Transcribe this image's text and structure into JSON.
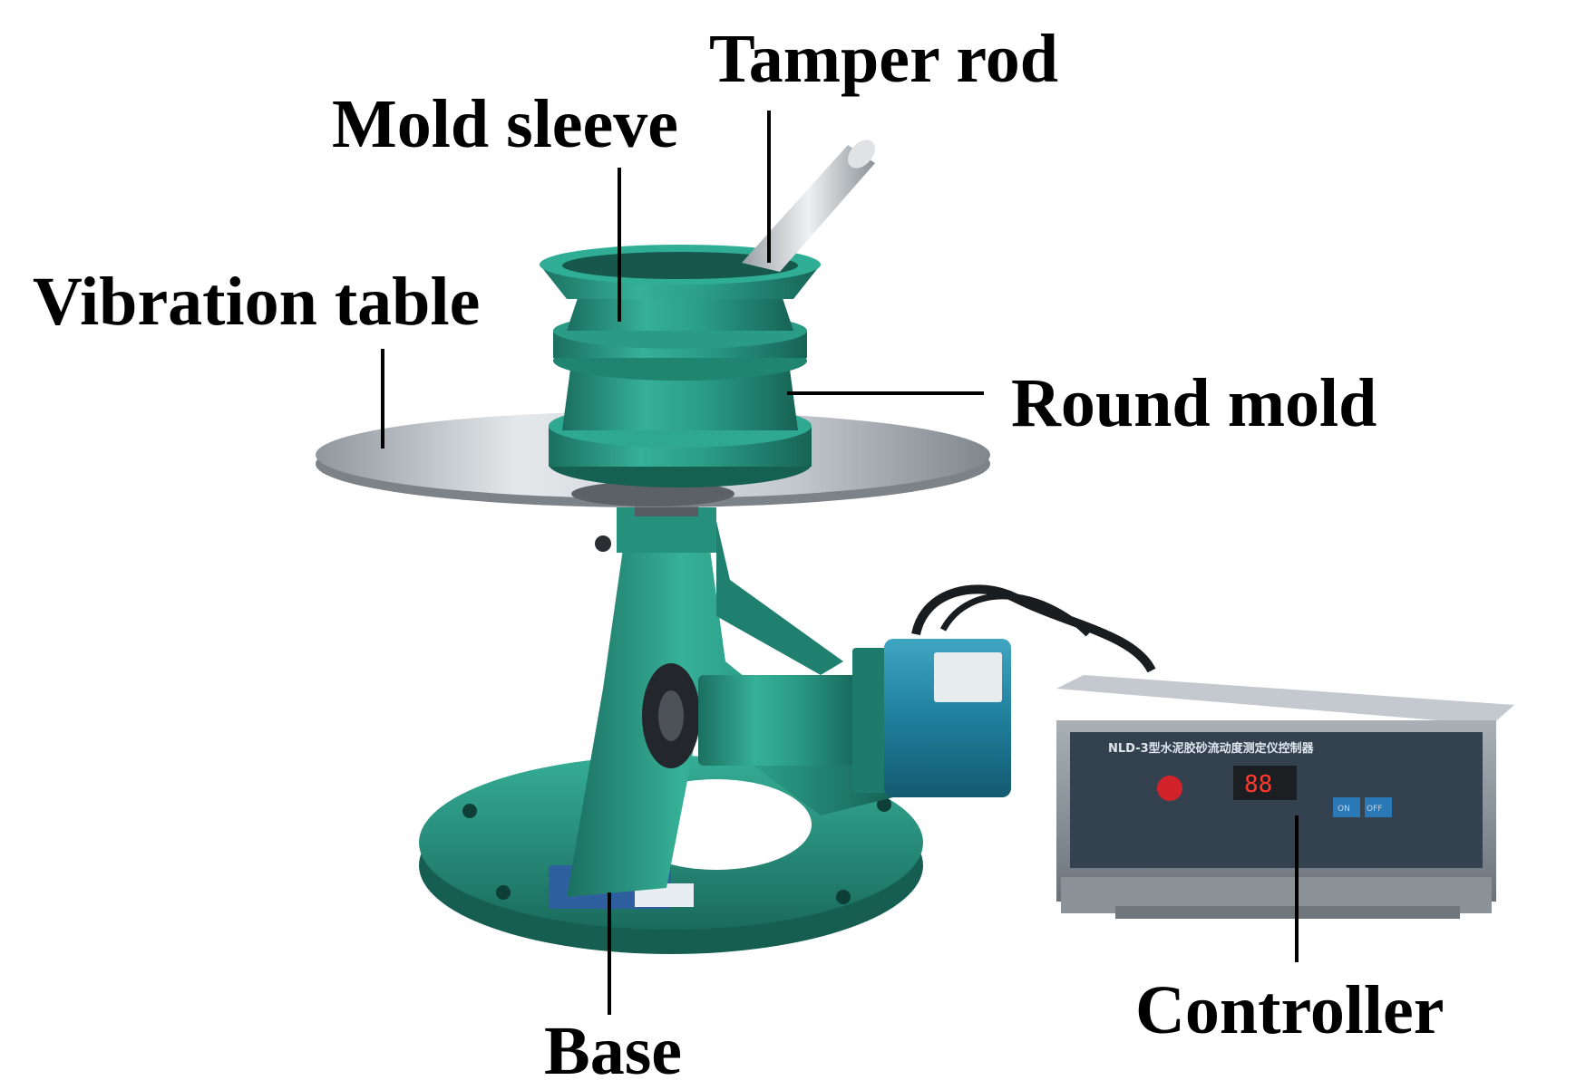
{
  "labels": {
    "tamper_rod": "Tamper rod",
    "mold_sleeve": "Mold sleeve",
    "vibration_table": "Vibration table",
    "round_mold": "Round mold",
    "controller": "Controller",
    "base": "Base"
  },
  "controller_panel": {
    "title": "NLD-3型水泥胶砂流动度测定仪控制器",
    "display": "88",
    "button_on": "ON",
    "button_off": "OFF"
  },
  "colors": {
    "machine_green": "#2a9c86",
    "machine_green_dark": "#1c7565",
    "table_steel": "#c9ced2",
    "controller_body": "#7d858d",
    "controller_panel": "#34414f"
  }
}
